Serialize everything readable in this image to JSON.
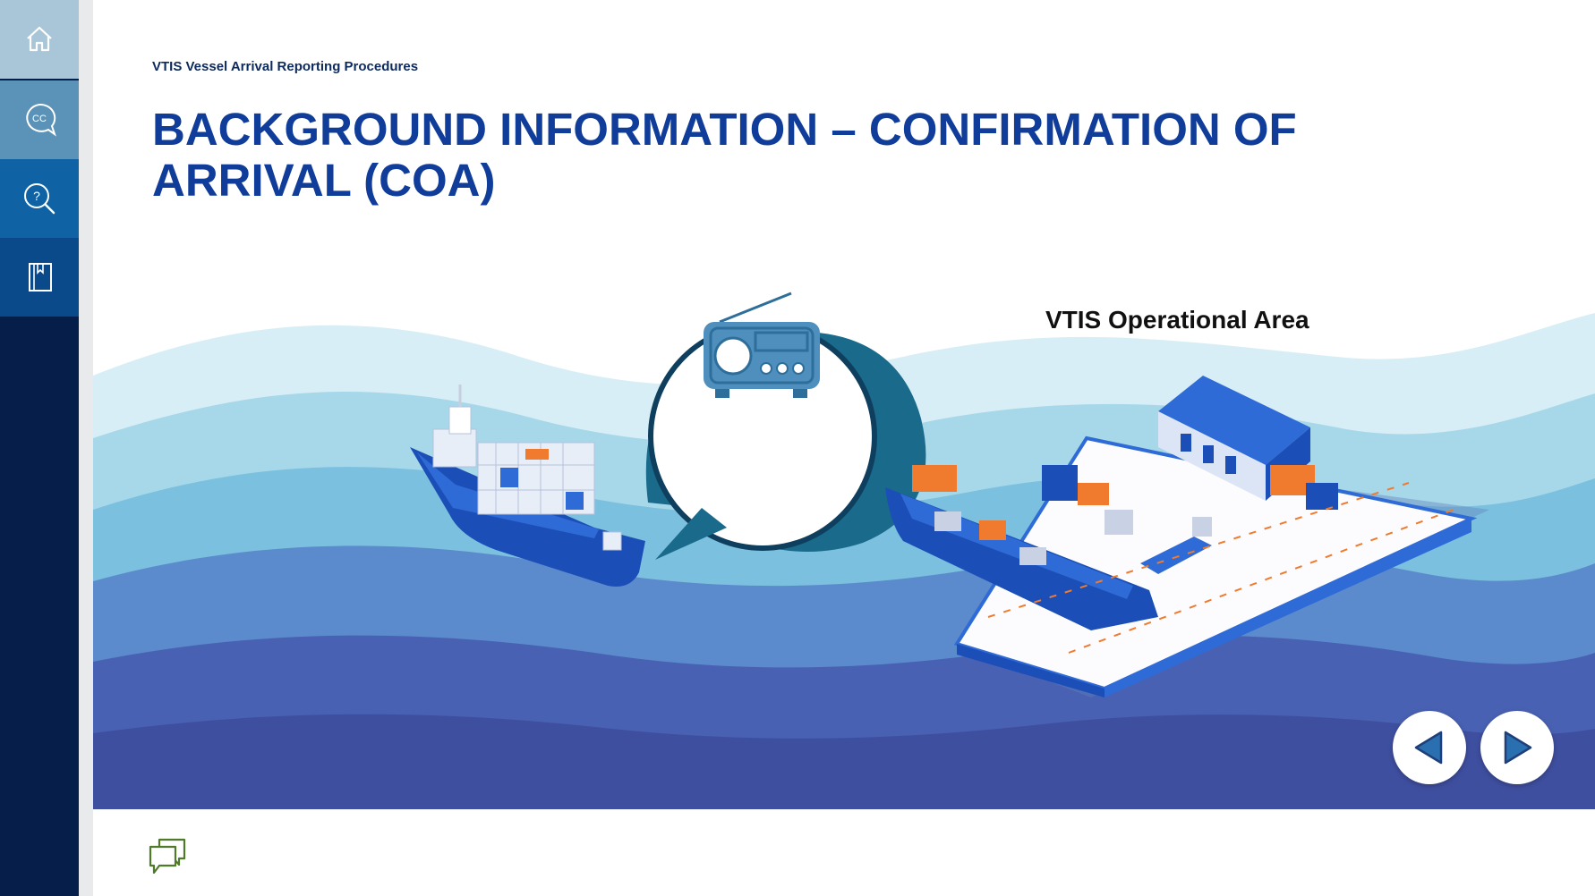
{
  "sidebar": {
    "items": [
      {
        "name": "home",
        "icon": "home-icon",
        "bg": "#a9c6d8"
      },
      {
        "name": "captions",
        "icon": "closed-captions-icon",
        "label": "CC",
        "bg": "#5b93b8"
      },
      {
        "name": "help",
        "icon": "help-search-icon",
        "label": "?",
        "bg": "#0f63a4"
      },
      {
        "name": "glossary",
        "icon": "book-icon",
        "bg": "#0a4a8a"
      }
    ],
    "bg": "#051e4a"
  },
  "header": {
    "course_title": "VTIS Vessel Arrival Reporting Procedures",
    "page_title": "BACKGROUND INFORMATION – CONFIRMATION OF ARRIVAL (COA)"
  },
  "scene": {
    "area_label": "VTIS Operational Area",
    "speech_bubble_icon": "radio-icon",
    "ship_icon": "container-ship-icon",
    "port_icon": "port-terminal-icon"
  },
  "navigation": {
    "prev_icon": "triangle-left-icon",
    "next_icon": "triangle-right-icon"
  },
  "footer": {
    "comment_icon": "comments-icon"
  },
  "colors": {
    "title": "#103c9a",
    "accent": "#1b6ec2",
    "orange": "#f07b2e"
  }
}
